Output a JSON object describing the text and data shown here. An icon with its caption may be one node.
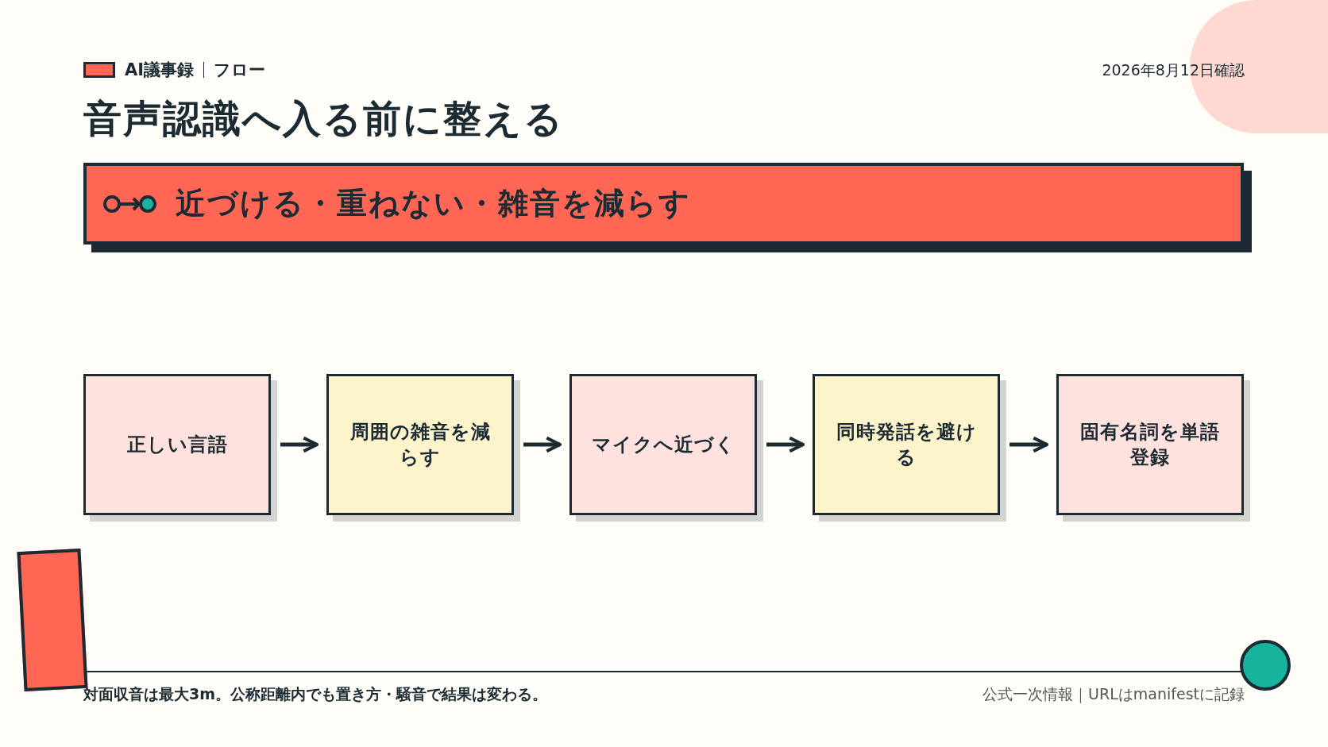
{
  "diagram": {
    "title": "音声認識へ入る前に整える",
    "nodes": [
      {
        "text": [
          "近づける・重ねない・雑音を減らす"
        ]
      },
      {
        "text": [
          "正しい言語"
        ]
      },
      {
        "text": [
          "周囲の雑音を減らす"
        ]
      },
      {
        "text": [
          "マイクへ近づく"
        ]
      },
      {
        "text": [
          "同時発話を避ける"
        ]
      },
      {
        "text": [
          "固有名詞を単語登録"
        ]
      }
    ],
    "edges": [
      {
        "from": 1,
        "to": 2,
        "arrow": "to"
      },
      {
        "from": 2,
        "to": 3,
        "arrow": "to"
      },
      {
        "from": 3,
        "to": 4,
        "arrow": "to"
      },
      {
        "from": 4,
        "to": 5,
        "arrow": "to"
      }
    ],
    "labels": [
      "AI議事録",
      "フロー",
      "2026年8月12日確認",
      "対面収音は最大3m。公称距離内でも置き方・騒音で結果は変わる。",
      "公式一次情報｜URLはmanifestに記録"
    ]
  }
}
